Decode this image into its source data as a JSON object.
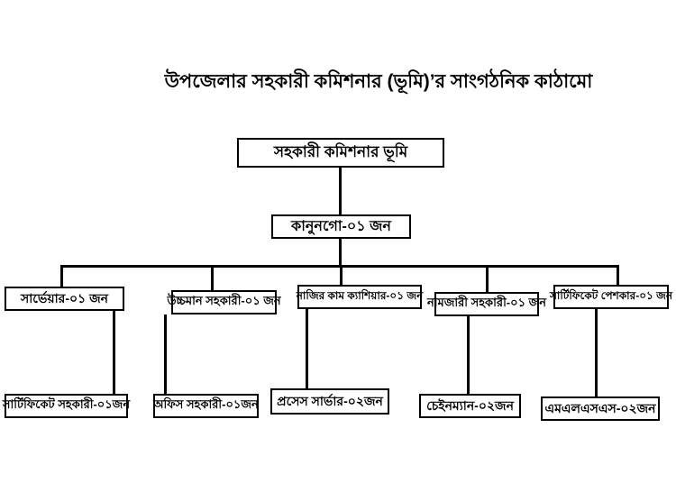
{
  "title": "উপজেলার সহকারী কমিশনার (ভূমি)’র সাংগঠনিক কাঠামো",
  "org": {
    "root": "সহকারী কমিশনার ভূমি",
    "level2": "কানুনগো-০১ জন",
    "level3": [
      "সার্ভেয়ার-০১ জন",
      "উচ্চমান সহকারী-০১ জন",
      "নাজির কাম ক্যাশিয়ার-০১ জন",
      "নামজারী সহকারী-০১ জন",
      "সার্টিফিকেট পেশকার-০১ জন"
    ],
    "level4": [
      "সার্টিফিকেট সহকারী-০১জন",
      "অফিস সহকারী-০১জন",
      "প্রসেস সার্ভার-০২জন",
      "চেইনম্যান-০২জন",
      "এমএলএসএস-০২জন"
    ]
  },
  "colors": {
    "background": "#ffffff",
    "line": "#000000",
    "box_border": "#000000",
    "text": "#000000"
  }
}
